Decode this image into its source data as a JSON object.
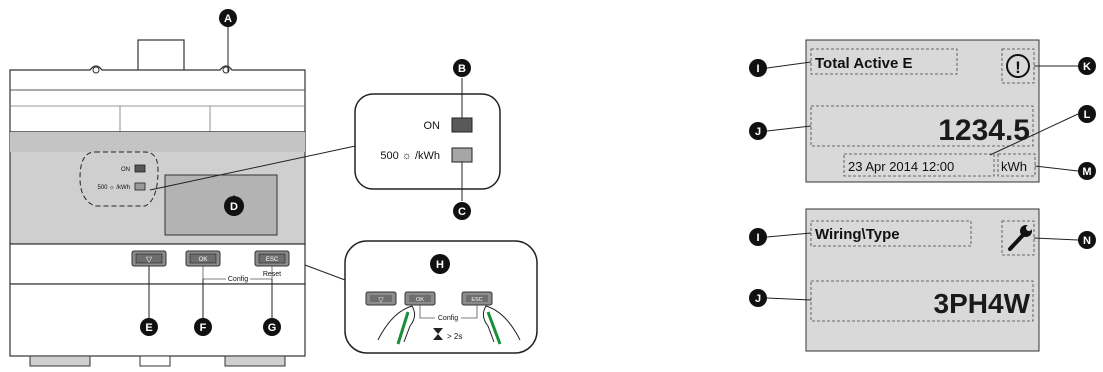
{
  "callouts": {
    "A": "A",
    "B": "B",
    "C": "C",
    "D": "D",
    "E": "E",
    "F": "F",
    "G": "G",
    "H": "H",
    "I": "I",
    "J": "J",
    "K": "K",
    "L": "L",
    "M": "M",
    "N": "N"
  },
  "meter": {
    "led_on_label": "ON",
    "led_pulse_label": "500 ☼ /kWh",
    "btn_down_label": "▽",
    "btn_ok_label": "OK",
    "btn_esc_label": "ESC",
    "config_label": "Config",
    "reset_label": "Reset"
  },
  "zoom_led": {
    "on_label": "ON",
    "pulse_label": "500 ☼ /kWh"
  },
  "zoom_buttons": {
    "btn_down_label": "▽",
    "btn_ok_label": "OK",
    "btn_esc_label": "ESC",
    "config_label": "Config",
    "hold_label": "> 2s"
  },
  "display1": {
    "title": "Total Active E",
    "alert_symbol": "!",
    "value": "1234.5",
    "datetime": "23 Apr 2014 12:00",
    "unit": "kWh"
  },
  "display2": {
    "title": "Wiring\\Type",
    "value": "3PH4W"
  },
  "colors": {
    "lcd_background": "#d9d9d9",
    "meter_panel": "#cfcfcf",
    "callout_fill": "#111111"
  }
}
